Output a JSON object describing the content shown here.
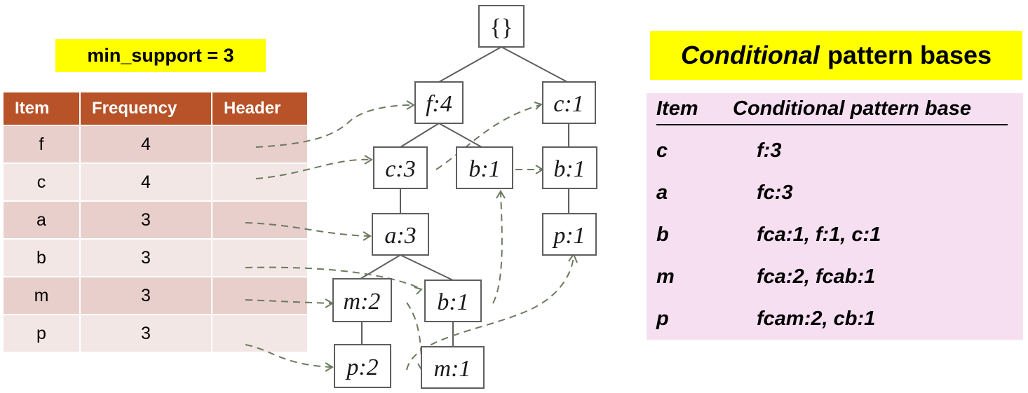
{
  "min_support_label": "min_support = 3",
  "header_table": {
    "columns": [
      "Item",
      "Frequency",
      "Header"
    ],
    "rows": [
      {
        "item": "f",
        "frequency": "4"
      },
      {
        "item": "c",
        "frequency": "4"
      },
      {
        "item": "a",
        "frequency": "3"
      },
      {
        "item": "b",
        "frequency": "3"
      },
      {
        "item": "m",
        "frequency": "3"
      },
      {
        "item": "p",
        "frequency": "3"
      }
    ]
  },
  "tree": {
    "root": "{}",
    "nodes": {
      "f4": "f:4",
      "c1": "c:1",
      "c3": "c:3",
      "b1a": "b:1",
      "b1b": "b:1",
      "a3": "a:3",
      "p1": "p:1",
      "m2": "m:2",
      "b1c": "b:1",
      "p2": "p:2",
      "m1": "m:1"
    }
  },
  "conditional": {
    "title_italic": "Conditional",
    "title_rest": "pattern bases",
    "col_item": "Item",
    "col_base": "Conditional pattern base",
    "rows": [
      {
        "item": "c",
        "base": "f:3"
      },
      {
        "item": "a",
        "base": "fc:3"
      },
      {
        "item": "b",
        "base": "fca:1, f:1, c:1"
      },
      {
        "item": "m",
        "base": "fca:2, fcab:1"
      },
      {
        "item": "p",
        "base": "fcam:2, cb:1"
      }
    ]
  },
  "colors": {
    "highlight": "#ffff00",
    "table_header": "#b85228",
    "row_dark": "#e8cfcb",
    "row_light": "#f3e7e5",
    "panel": "#f7dff2",
    "link": "#6b7a5f"
  }
}
